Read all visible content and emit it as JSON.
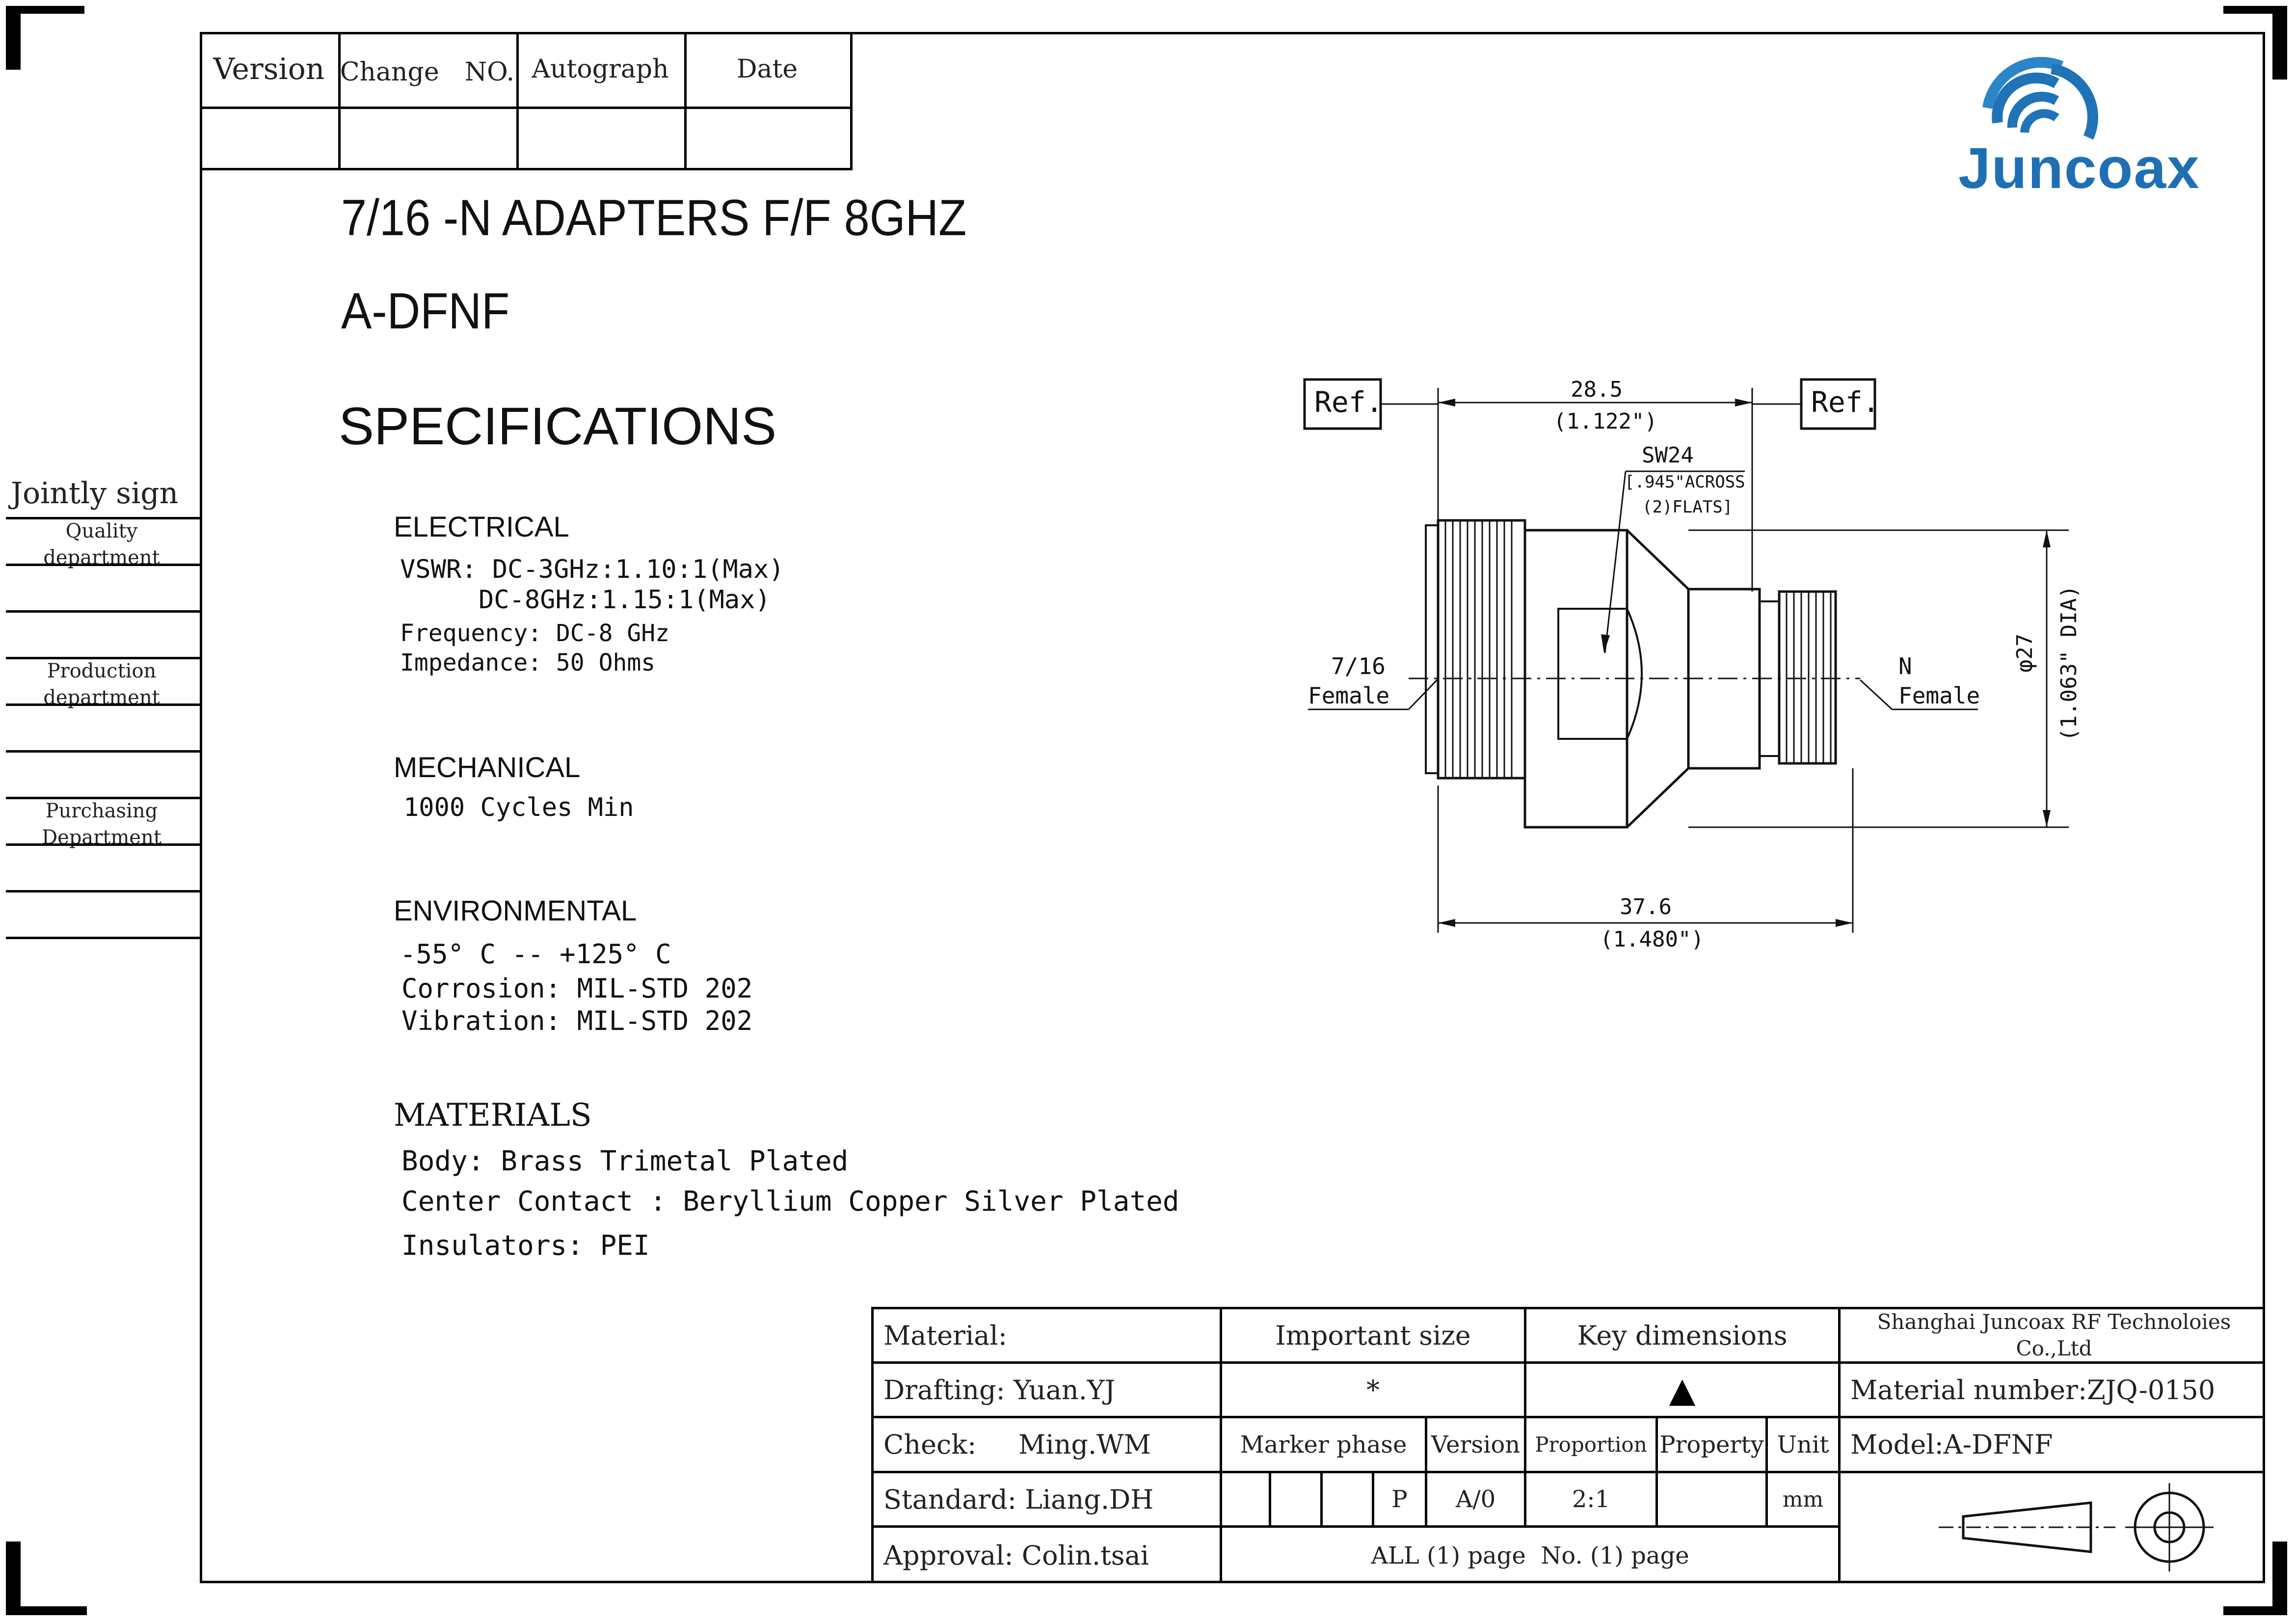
{
  "revision_table": {
    "headers": [
      "Version",
      "Change　NO.",
      "Autograph",
      "Date"
    ]
  },
  "logo": {
    "text": "Juncoax"
  },
  "title": {
    "line1": "7/16 -N ADAPTERS  F/F 8GHZ",
    "line2": "A-DFNF",
    "specs_heading": "SPECIFICATIONS"
  },
  "specs": {
    "electrical": {
      "heading": "ELECTRICAL",
      "lines": [
        "VSWR: DC-3GHz:1.10:1(Max)",
        "DC-8GHz:1.15:1(Max)",
        "Frequency: DC-8 GHz",
        "Impedance: 50 Ohms"
      ]
    },
    "mechanical": {
      "heading": "MECHANICAL",
      "lines": [
        "1000 Cycles Min"
      ]
    },
    "environmental": {
      "heading": "ENVIRONMENTAL",
      "lines": [
        "-55° C -- +125° C",
        "Corrosion: MIL-STD 202",
        "Vibration: MIL-STD 202"
      ]
    },
    "materials": {
      "heading": "MATERIALS",
      "lines": [
        "Body: Brass Trimetal Plated",
        "Center Contact : Beryllium Copper Silver Plated",
        "Insulators: PEI"
      ]
    }
  },
  "sidebar": {
    "jointly_sign": "Jointly sign",
    "departments": [
      "Quality department",
      "Production department",
      "Purchasing Department"
    ]
  },
  "drawing": {
    "ref_left": "Ref.",
    "ref_right": "Ref.",
    "dim_top_mm": "28.5",
    "dim_top_in": "(1.122\")",
    "hex_label": "SW24",
    "hex_note_1": "[.945\"ACROSS",
    "hex_note_2": "(2)FLATS]",
    "left_port_1": "7/16",
    "left_port_2": "Female",
    "right_port_1": "N",
    "right_port_2": "Female",
    "dia_label": "φ27",
    "dia_in": "(1.063\" DIA)",
    "dim_bottom_mm": "37.6",
    "dim_bottom_in": "(1.480\")"
  },
  "title_block": {
    "material": "Material:",
    "drafting": "Drafting: Yuan.YJ",
    "check": "Check:     Ming.WM",
    "standard": "Standard: Liang.DH",
    "approval": "Approval: Colin.tsai",
    "important_size": "Important size",
    "important_symbol": "*",
    "key_dimensions": "Key dimensions",
    "key_symbol": "▲",
    "marker_phase": "Marker phase",
    "version": "Version",
    "proportion": "Proportion",
    "property": "Property",
    "unit": "Unit",
    "phase_value": "P",
    "version_value": "A/0",
    "proportion_value": "2:1",
    "unit_value": "mm",
    "pages": "ALL (1) page  No. (1) page",
    "company": "Shanghai Juncoax RF Technoloies Co.,Ltd",
    "material_number": "Material number:ZJQ-0150",
    "model": "Model:A-DFNF"
  }
}
